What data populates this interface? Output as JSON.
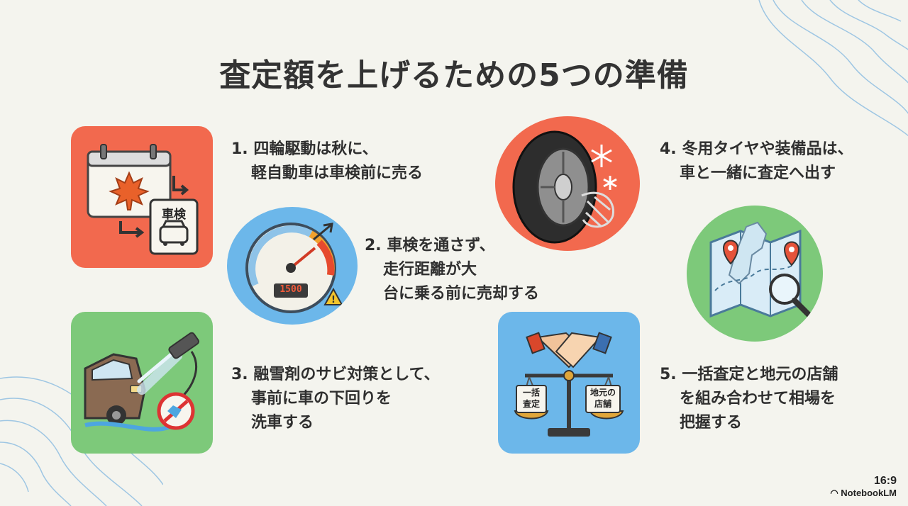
{
  "title": "査定額を上げるための5つの準備",
  "steps": [
    {
      "line1": "1. 四輪駆動は秋に、",
      "line2": "軽自動車は車検前に売る"
    },
    {
      "line1": "2. 車検を通さず、",
      "line2": "走行距離が大",
      "line3": "台に乗る前に売却する"
    },
    {
      "line1": "3. 融雪剤のサビ対策として、",
      "line2": "事前に車の下回りを",
      "line3": "洗車する"
    },
    {
      "line1": "4. 冬用タイヤや装備品は、",
      "line2": "車と一緒に査定へ出す"
    },
    {
      "line1": "5. 一括査定と地元の店舗",
      "line2": "を組み合わせて相場を",
      "line3": "把握する"
    }
  ],
  "icon_labels": {
    "shaken": "車検",
    "odometer": "1500",
    "scale_left_1": "一括",
    "scale_left_2": "査定",
    "scale_right_1": "地元の",
    "scale_right_2": "店舗"
  },
  "badge": {
    "ratio": "16:9",
    "brand": "NotebookLM"
  },
  "colors": {
    "coral": "#f2694e",
    "blue": "#6cb7ea",
    "green": "#7dc97a",
    "background": "#f4f4ee"
  }
}
